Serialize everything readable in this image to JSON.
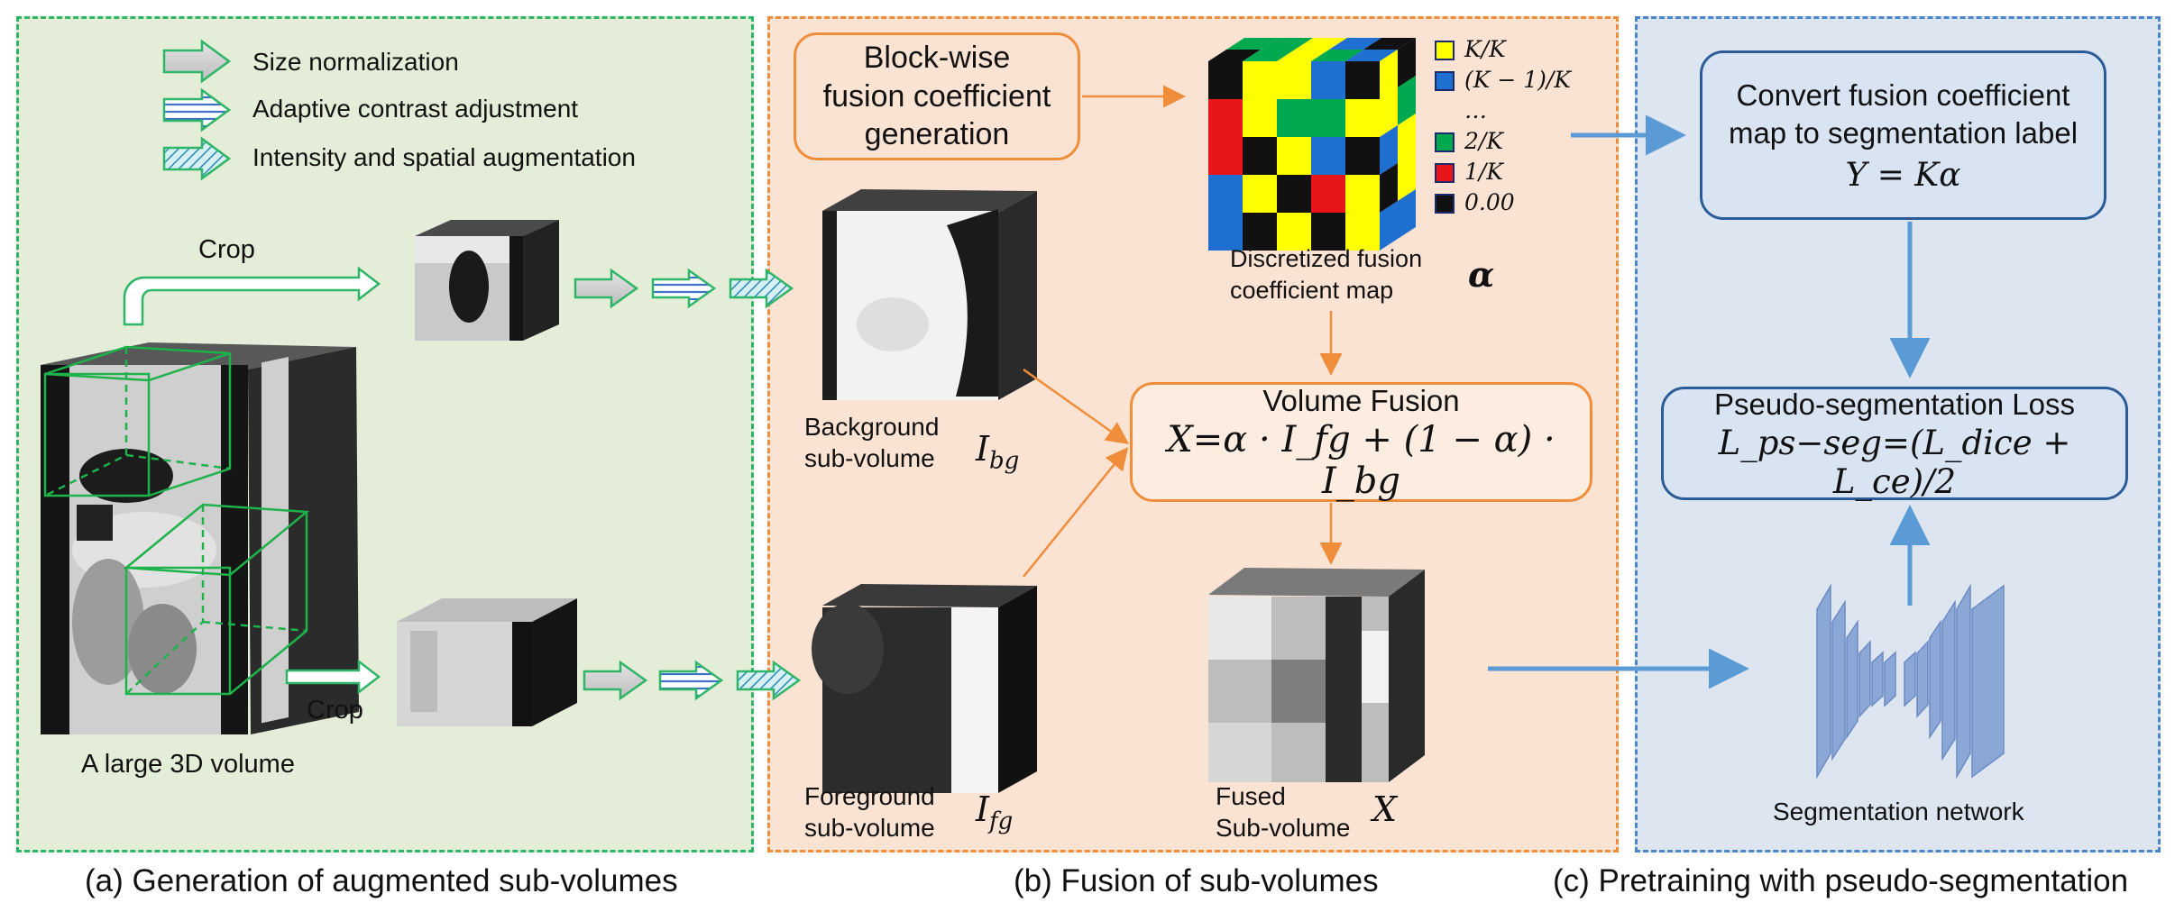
{
  "legend": {
    "size_normalization": "Size normalization",
    "contrast_adjustment": "Adaptive contrast adjustment",
    "augmentation": "Intensity and spatial augmentation"
  },
  "panel_a": {
    "crop_top": "Crop",
    "crop_bottom": "Crop",
    "large_volume": "A large 3D volume"
  },
  "panel_b": {
    "block_wise": [
      "Block-wise",
      "fusion coefficient",
      "generation"
    ],
    "coeff_map_label": [
      "Discretized fusion",
      "coefficient map"
    ],
    "alpha": "α",
    "color_legend": [
      {
        "label": "K/K",
        "color": "#ffff00"
      },
      {
        "label": "(K − 1)/K",
        "color": "#1f6fd1"
      },
      {
        "label": "…",
        "color": ""
      },
      {
        "label": "2/K",
        "color": "#00a84f"
      },
      {
        "label": "1/K",
        "color": "#e8161b"
      },
      {
        "label": "0.00",
        "color": "#111111"
      }
    ],
    "background": [
      "Background",
      "sub-volume"
    ],
    "background_symbol": "I",
    "background_sub": "bg",
    "foreground": [
      "Foreground",
      "sub-volume"
    ],
    "foreground_symbol": "I",
    "foreground_sub": "fg",
    "fused": [
      "Fused",
      "Sub-volume"
    ],
    "fused_symbol": "X",
    "volume_fusion_title": "Volume Fusion",
    "volume_fusion_eq": "X=α · I_fg + (1 − α) · I_bg"
  },
  "panel_c": {
    "convert": [
      "Convert fusion coefficient",
      "map to segmentation label"
    ],
    "convert_eq": "Y = Kα",
    "loss_title": "Pseudo-segmentation Loss",
    "loss_eq": "L_ps−seg=(L_dice + L_ce)/2",
    "network": "Segmentation network"
  },
  "captions": {
    "a": "(a) Generation of augmented sub-volumes",
    "b": "(b) Fusion of sub-volumes",
    "c": "(c) Pretraining with pseudo-segmentation"
  },
  "colors": {
    "green": "#2fb567",
    "orange": "#ef8d3a",
    "blue": "#4a86c8",
    "navy": "#2b5c98"
  }
}
